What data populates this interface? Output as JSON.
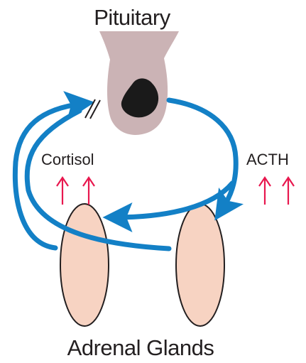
{
  "labels": {
    "pituitary": "Pituitary",
    "cortisol": "Cortisol",
    "acth": "ACTH",
    "adrenal_glands": "Adrenal Glands"
  },
  "colors": {
    "pituitary": "#cbb3b5",
    "tumor": "#1a1a1a",
    "arrow": "#1380c6",
    "increase_arrow": "#e8174e",
    "gland_fill": "#f7d3c2",
    "gland_stroke": "#231f20"
  }
}
